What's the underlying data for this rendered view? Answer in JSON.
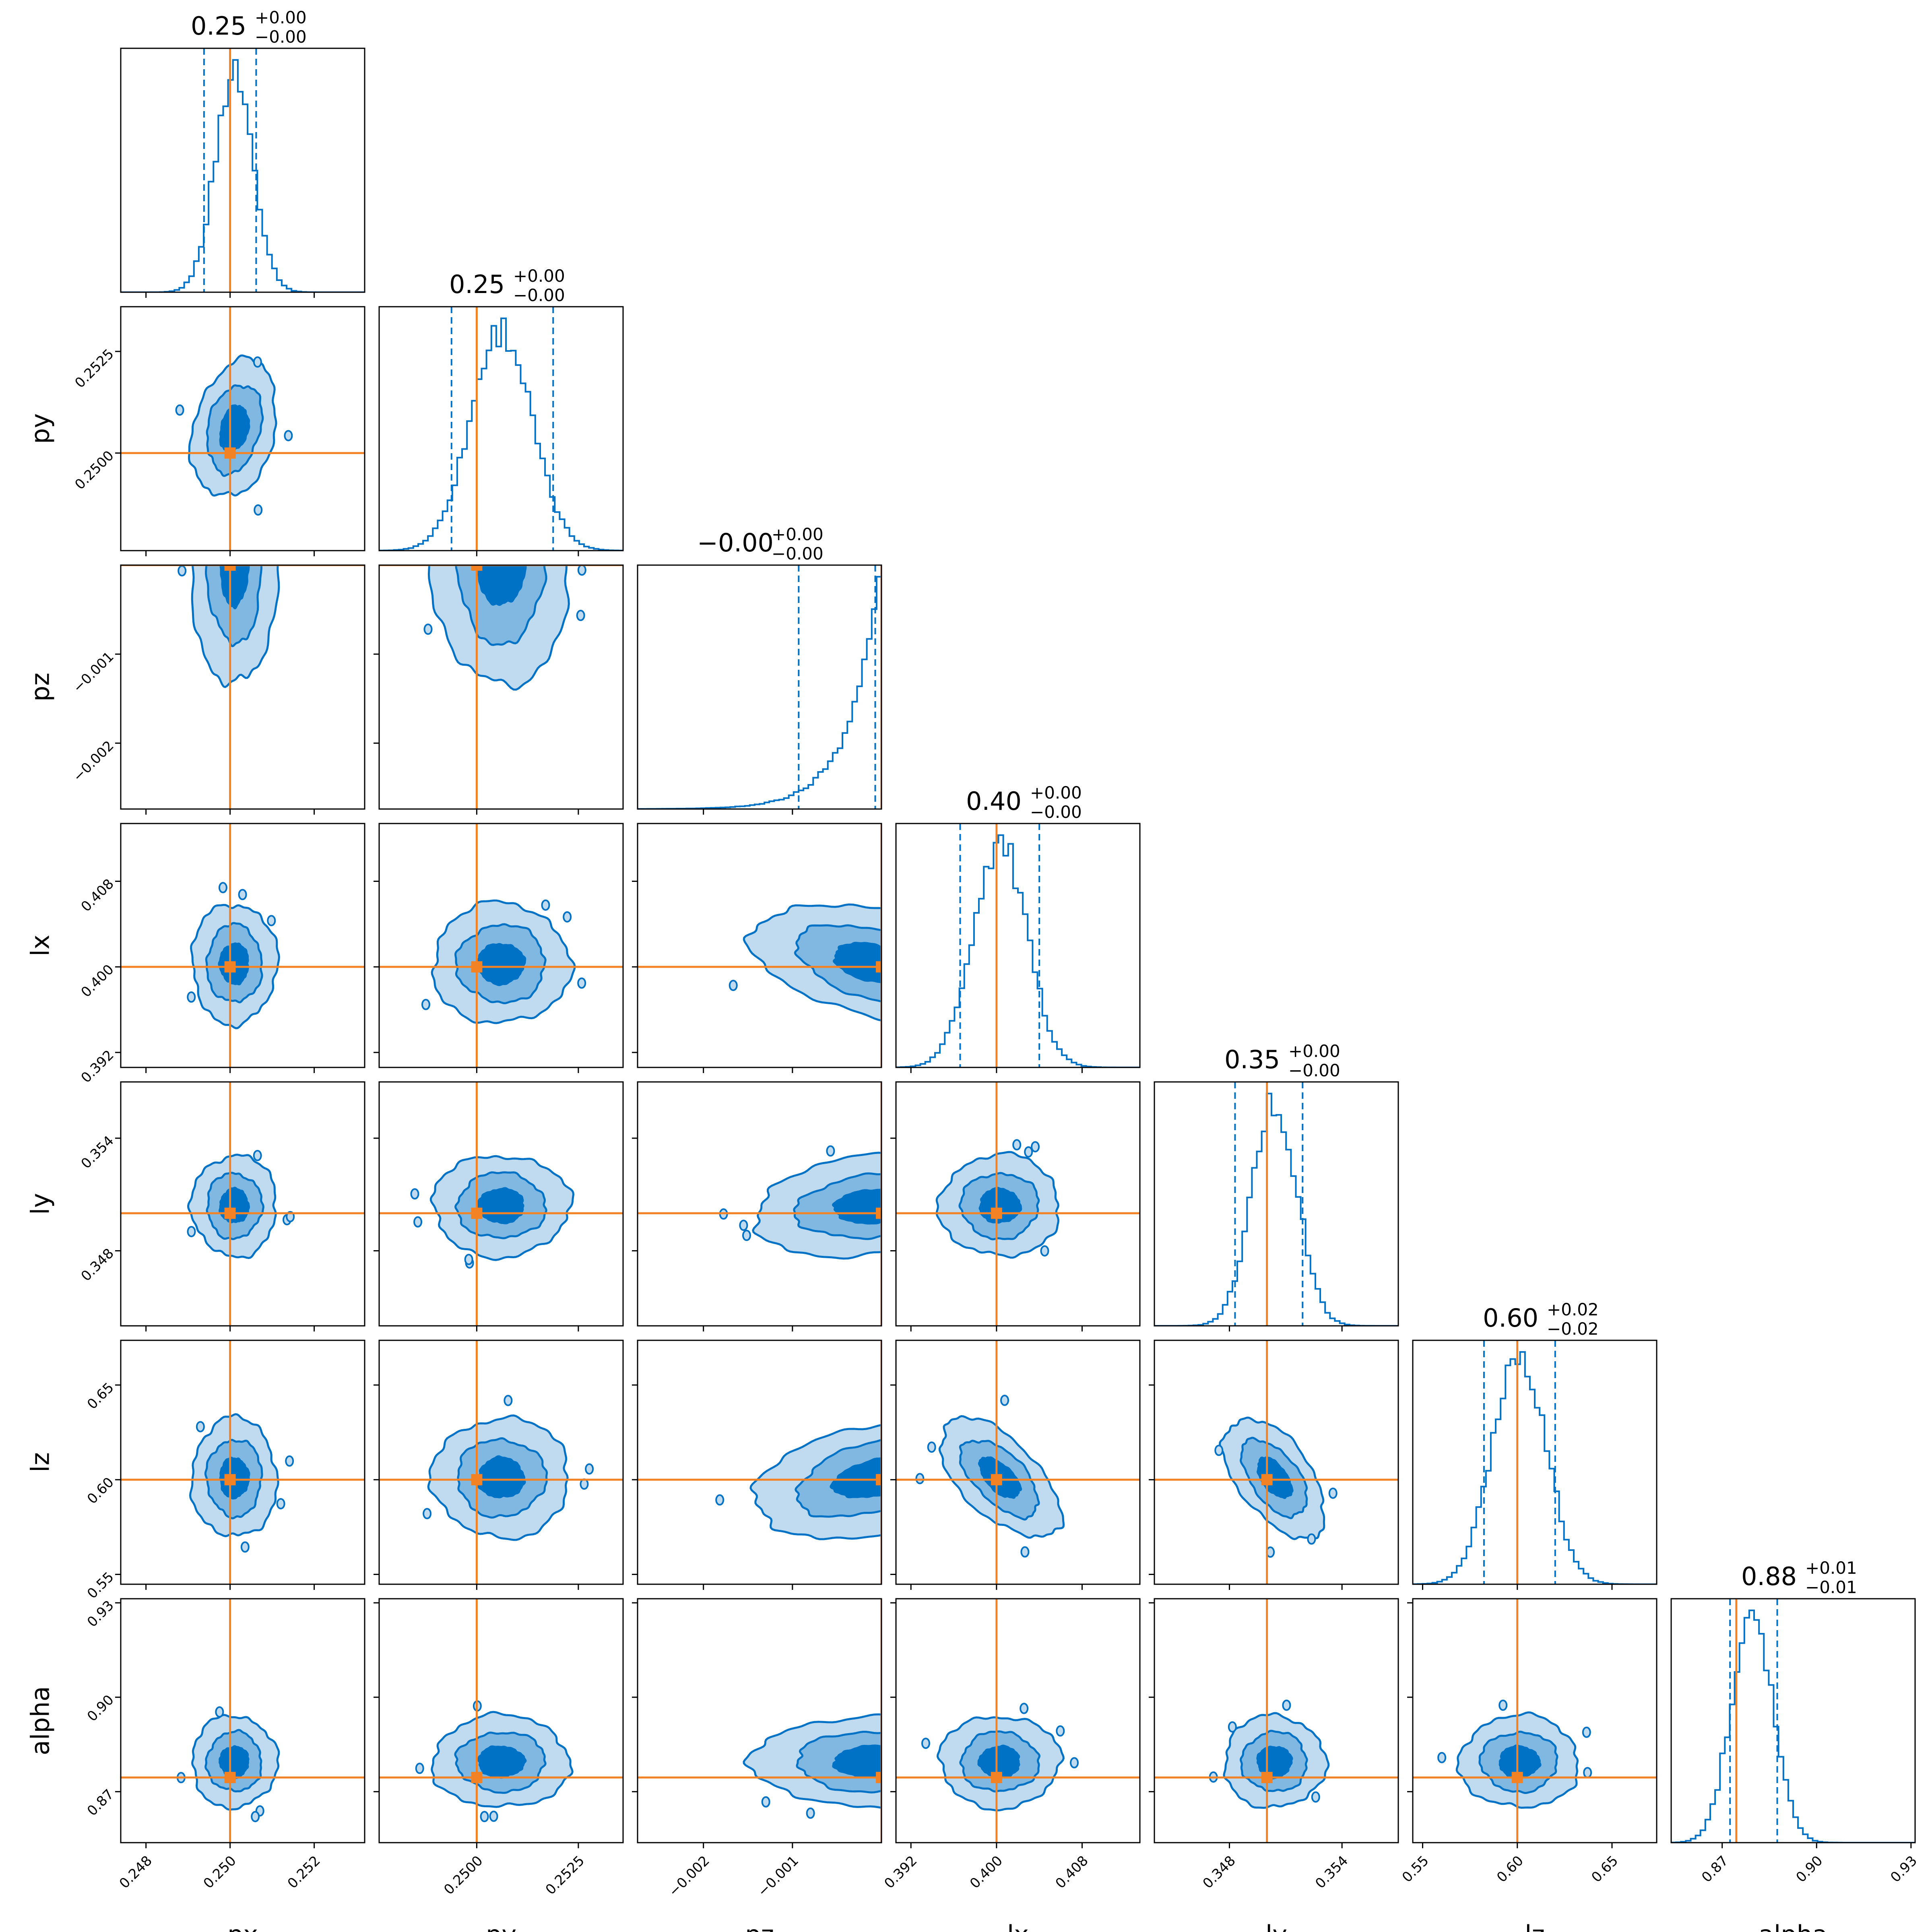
{
  "colors": {
    "accent": "#0072c6",
    "truth": "#f28224",
    "fill_outer": "#c0daf0",
    "fill_mid": "#80b8e2",
    "fill_inner": "#0072c6",
    "axes": "#000000"
  },
  "chart_data": {
    "type": "corner",
    "parameters": [
      "px",
      "py",
      "pz",
      "lx",
      "ly",
      "lz",
      "alpha"
    ],
    "truth": [
      0.25,
      0.25,
      0.0,
      0.4,
      0.35,
      0.6,
      0.8745
    ],
    "ranges": [
      [
        0.2474,
        0.2532
      ],
      [
        0.2476,
        0.2536
      ],
      [
        -0.00274,
        0.0
      ],
      [
        0.3906,
        0.4134
      ],
      [
        0.344,
        0.357
      ],
      [
        0.5448,
        0.6736
      ],
      [
        0.8538,
        0.9313
      ]
    ],
    "ticks": [
      {
        "values": [
          0.248,
          0.25,
          0.252
        ],
        "labels": [
          "0.248",
          "0.250",
          "0.252"
        ]
      },
      {
        "values": [
          0.25,
          0.2525
        ],
        "labels": [
          "0.2500",
          "0.2525"
        ]
      },
      {
        "values": [
          -0.002,
          -0.001
        ],
        "labels": [
          "−0.002",
          "−0.001"
        ]
      },
      {
        "values": [
          0.392,
          0.4,
          0.408
        ],
        "labels": [
          "0.392",
          "0.400",
          "0.408"
        ]
      },
      {
        "values": [
          0.348,
          0.354
        ],
        "labels": [
          "0.348",
          "0.354"
        ]
      },
      {
        "values": [
          0.55,
          0.6,
          0.65
        ],
        "labels": [
          "0.55",
          "0.60",
          "0.65"
        ]
      },
      {
        "values": [
          0.87,
          0.9,
          0.93
        ],
        "labels": [
          "0.87",
          "0.90",
          "0.93"
        ]
      }
    ],
    "titles": [
      {
        "value": "0.25",
        "plus": "+0.00",
        "minus": "−0.00"
      },
      {
        "value": "0.25",
        "plus": "+0.00",
        "minus": "−0.00"
      },
      {
        "value": "−0.00",
        "plus": "+0.00",
        "minus": "−0.00"
      },
      {
        "value": "0.40",
        "plus": "+0.00",
        "minus": "−0.00"
      },
      {
        "value": "0.35",
        "plus": "+0.00",
        "minus": "−0.00"
      },
      {
        "value": "0.60",
        "plus": "+0.02",
        "minus": "−0.02"
      },
      {
        "value": "0.88",
        "plus": "+0.01",
        "minus": "−0.01"
      }
    ],
    "quantiles": [
      [
        0.24938,
        0.25062
      ],
      [
        0.24938,
        0.25188
      ],
      [
        -0.00093,
        -7e-05
      ],
      [
        0.3966,
        0.404
      ],
      [
        0.3483,
        0.3519
      ],
      [
        0.5824,
        0.62
      ],
      [
        0.8725,
        0.8875
      ]
    ],
    "marginal_shape": [
      {
        "center": 0.2501,
        "sigma": 0.00045
      },
      {
        "center": 0.2506,
        "sigma": 0.00075
      },
      {
        "center": 0.0,
        "scale": 0.00035,
        "kind": "one-sided"
      },
      {
        "center": 0.4003,
        "sigma": 0.0025
      },
      {
        "center": 0.3504,
        "sigma": 0.0012
      },
      {
        "center": 0.601,
        "sigma": 0.014
      },
      {
        "center": 0.8795,
        "sigma": 0.0065
      }
    ],
    "correlations": {
      "py|px": 0.25,
      "lz|lx": -0.6,
      "lz|ly": -0.55,
      "lx|pz": -0.4,
      "ly|pz": 0.2,
      "lz|pz": 0.4
    },
    "contour_levels": [
      "0.5σ",
      "1σ",
      "1.5σ"
    ]
  }
}
